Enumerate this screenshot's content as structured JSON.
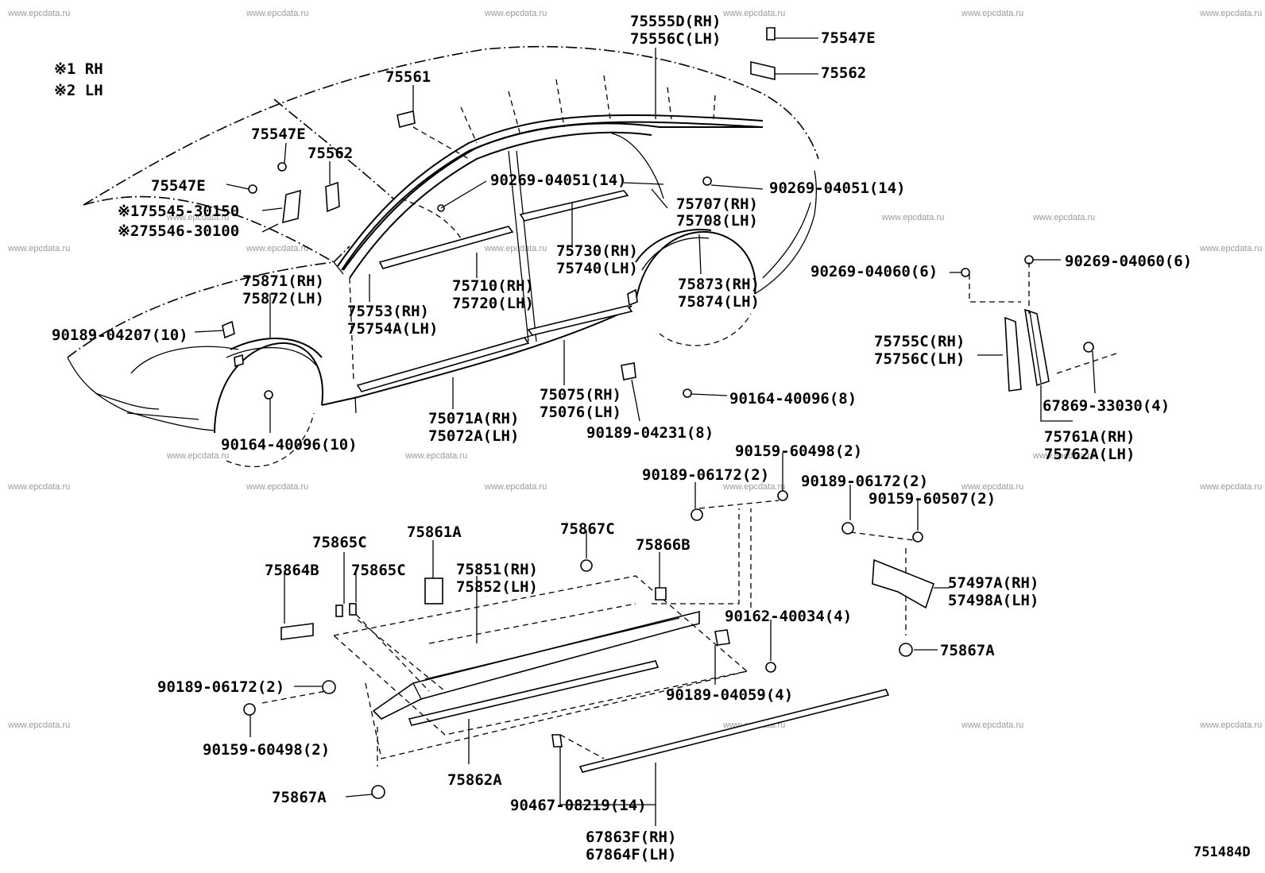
{
  "legend": [
    "※1 RH",
    "※2 LH"
  ],
  "watermark": "www.epcdata.ru",
  "figure_code": "751484D",
  "labels": {
    "p75555": [
      "75555D(RH)",
      "75556C(LH)"
    ],
    "p75547E_top": "75547E",
    "p75562_top": "75562",
    "p75561": "75561",
    "p75547E_a": "75547E",
    "p75562_a": "75562",
    "p75547E_b": "75547E",
    "p75545": [
      "※175545-30150",
      "※275546-30100"
    ],
    "p90269_a": "90269-04051(14)",
    "p90269_b": "90269-04051(14)",
    "p75707": [
      "75707(RH)",
      "75708(LH)"
    ],
    "p75730": [
      "75730(RH)",
      "75740(LH)"
    ],
    "p75710": [
      "75710(RH)",
      "75720(LH)"
    ],
    "p75871": [
      "75871(RH)",
      "75872(LH)"
    ],
    "p75753": [
      "75753(RH)",
      "75754A(LH)"
    ],
    "p75873": [
      "75873(RH)",
      "75874(LH)"
    ],
    "p90189_04207": "90189-04207(10)",
    "p75071": [
      "75071A(RH)",
      "75072A(LH)"
    ],
    "p75075": [
      "75075(RH)",
      "75076(LH)"
    ],
    "p90164_8": "90164-40096(8)",
    "p90189_04231": "90189-04231(8)",
    "p90164_10": "90164-40096(10)",
    "p90269_060_a": "90269-04060(6)",
    "p90269_060_b": "90269-04060(6)",
    "p75755": [
      "75755C(RH)",
      "75756C(LH)"
    ],
    "p67869": "67869-33030(4)",
    "p75761": [
      "75761A(RH)",
      "75762A(LH)"
    ],
    "p90159_60498_top": "90159-60498(2)",
    "p90189_06172_a": "90189-06172(2)",
    "p90189_06172_b": "90189-06172(2)",
    "p90159_60507": "90159-60507(2)",
    "p75865C_a": "75865C",
    "p75861A": "75861A",
    "p75867C": "75867C",
    "p75866B": "75866B",
    "p75864B": "75864B",
    "p75865C_b": "75865C",
    "p75851": [
      "75851(RH)",
      "75852(LH)"
    ],
    "p57497": [
      "57497A(RH)",
      "57498A(LH)"
    ],
    "p90162": "90162-40034(4)",
    "p75867A_right": "75867A",
    "p90189_06172_c": "90189-06172(2)",
    "p90189_04059": "90189-04059(4)",
    "p90159_60498_bottom": "90159-60498(2)",
    "p75862A": "75862A",
    "p75867A_bottom": "75867A",
    "p90467": "90467-08219(14)",
    "p67863": [
      "67863F(RH)",
      "67864F(LH)"
    ]
  }
}
